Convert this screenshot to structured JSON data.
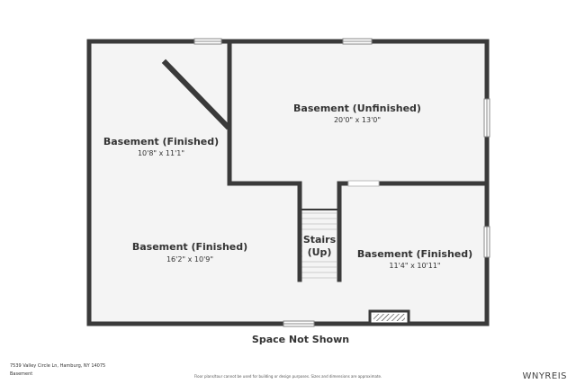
{
  "rooms": [
    {
      "name": "Basement (Unfinished)",
      "dimensions": "20'0\" x 13'0\""
    },
    {
      "name": "Basement (Finished)",
      "dimensions": "10'8\" x 11'1\""
    },
    {
      "name": "Basement (Finished)",
      "dimensions": "16'2\" x 10'9\""
    },
    {
      "name": "Basement (Finished)",
      "dimensions": "11'4\" x 10'11\""
    }
  ],
  "stairs": {
    "line1": "Stairs",
    "line2": "(Up)"
  },
  "space_note": "Space Not Shown",
  "footer": {
    "address": "7539 Valley Circle Ln, Hamburg, NY 14075",
    "level": "Basement",
    "disclaimer": "Floor plans/tour cannot be used for building or design purposes. Sizes and dimensions are approximate.",
    "brand": "WNYREIS"
  },
  "colors": {
    "wall": "#3a3a3a",
    "floor": "#f4f4f4",
    "stair_tread": "#cccccc"
  }
}
